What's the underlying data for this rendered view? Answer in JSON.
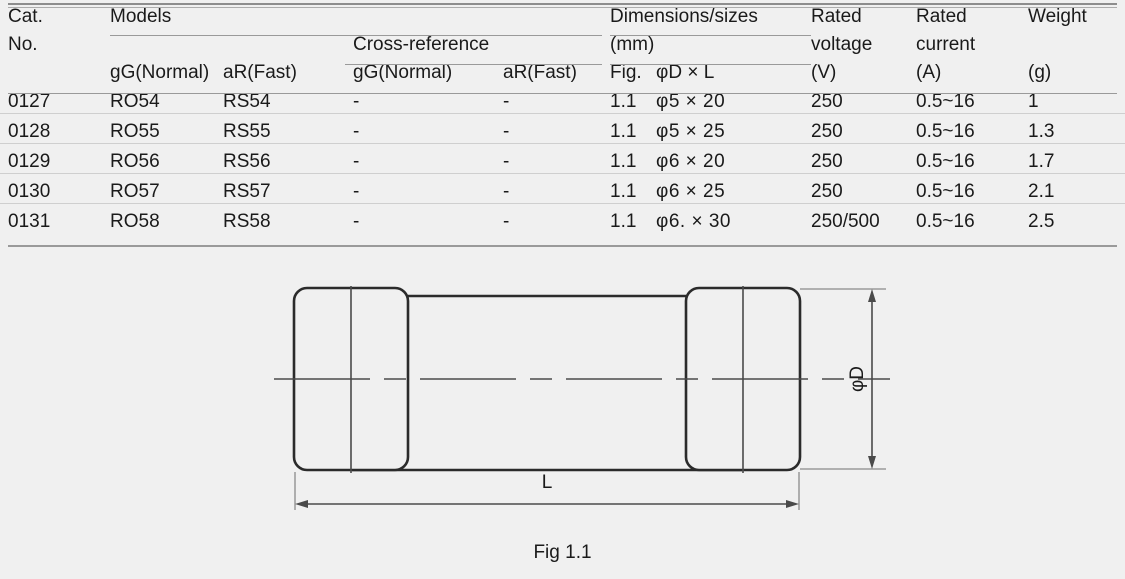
{
  "table": {
    "headers": {
      "cat_no_line1": "Cat.",
      "cat_no_line2": "No.",
      "models": "Models",
      "cross_reference": "Cross-reference",
      "dimensions_line1": "Dimensions/sizes",
      "dimensions_line2": "(mm)",
      "rated_voltage_line1": "Rated",
      "rated_voltage_line2": "voltage",
      "rated_voltage_unit": "(V)",
      "rated_current_line1": "Rated",
      "rated_current_line2": "current",
      "rated_current_unit": "(A)",
      "weight": "Weight",
      "weight_unit": "(g)",
      "models_gg": "gG(Normal)",
      "models_ar": "aR(Fast)",
      "xref_gg": "gG(Normal)",
      "xref_ar": "aR(Fast)",
      "fig": "Fig.",
      "dia_x_len": "φD × L"
    },
    "rows": [
      {
        "cat_no": "0127",
        "models_gg": "RO54",
        "models_ar": "RS54",
        "xref_gg": "-",
        "xref_ar": "-",
        "fig": "1.1",
        "size": "φ5 × 20",
        "voltage": "250",
        "current": "0.5~16",
        "weight": "1"
      },
      {
        "cat_no": "0128",
        "models_gg": "RO55",
        "models_ar": "RS55",
        "xref_gg": "-",
        "xref_ar": "-",
        "fig": "1.1",
        "size": "φ5 × 25",
        "voltage": "250",
        "current": "0.5~16",
        "weight": "1.3"
      },
      {
        "cat_no": "0129",
        "models_gg": "RO56",
        "models_ar": "RS56",
        "xref_gg": "-",
        "xref_ar": "-",
        "fig": "1.1",
        "size": "φ6 × 20",
        "voltage": "250",
        "current": "0.5~16",
        "weight": "1.7"
      },
      {
        "cat_no": "0130",
        "models_gg": "RO57",
        "models_ar": "RS57",
        "xref_gg": "-",
        "xref_ar": "-",
        "fig": "1.1",
        "size": "φ6 × 25",
        "voltage": "250",
        "current": "0.5~16",
        "weight": "2.1"
      },
      {
        "cat_no": "0131",
        "models_gg": "RO58",
        "models_ar": "RS58",
        "xref_gg": "-",
        "xref_ar": "-",
        "fig": "1.1",
        "size": "φ6. × 30",
        "voltage": "250/500",
        "current": "0.5~16",
        "weight": "2.5"
      }
    ]
  },
  "diagram": {
    "caption": "Fig 1.1",
    "length_label": "L",
    "diameter_label": "φD"
  },
  "colors": {
    "background": "#f0f0f0",
    "text": "#1a1a1a",
    "rule": "#9a9a9a",
    "row_separator": "#cfcfcf",
    "outline": "#2b2b2b",
    "dimension_line": "#5a5a5a"
  }
}
